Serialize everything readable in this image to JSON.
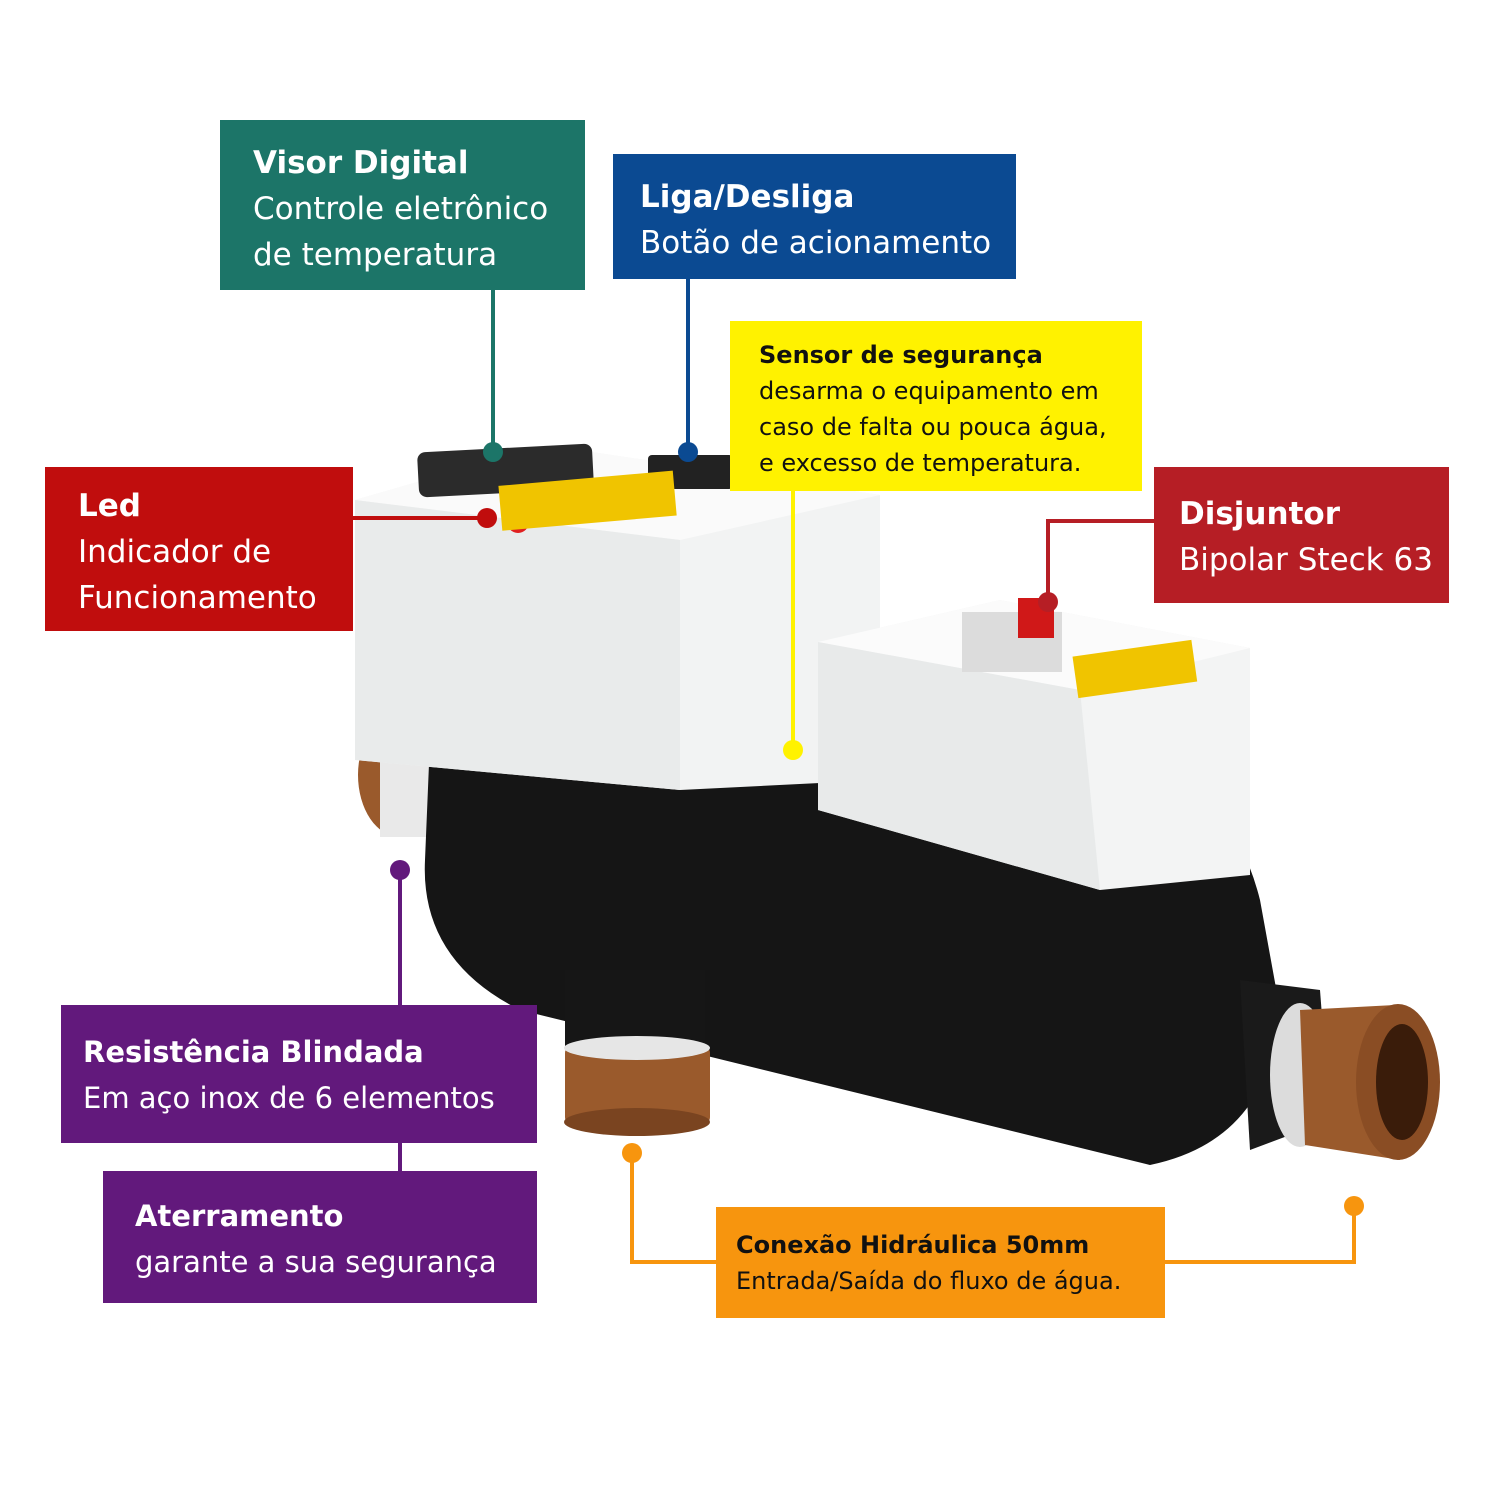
{
  "labels": {
    "visor": {
      "title": "Visor Digital",
      "desc": "Controle eletrônico\nde temperatura"
    },
    "liga": {
      "title": "Liga/Desliga",
      "desc": "Botão de acionamento"
    },
    "sensor": {
      "title": "Sensor de segurança",
      "desc": "desarma o equipamento em\ncaso de falta ou pouca água,\ne excesso de temperatura."
    },
    "led": {
      "title": "Led",
      "desc": "Indicador de\nFuncionamento"
    },
    "disjuntor": {
      "title": "Disjuntor",
      "desc": "Bipolar Steck 63"
    },
    "resistencia": {
      "title": "Resistência Blindada",
      "desc": "Em aço inox de 6 elementos"
    },
    "aterramento": {
      "title": "Aterramento",
      "desc": "garante a sua segurança"
    },
    "conexao": {
      "title": "Conexão Hidráulica 50mm",
      "desc": "Entrada/Saída do fluxo de água."
    }
  },
  "colors": {
    "visor": "#1c7568",
    "liga": "#0b4a92",
    "sensor": "#fff200",
    "led": "#c00d0d",
    "disjuntor": "#b61e25",
    "resistencia": "#62197c",
    "conexao": "#f7950e",
    "body": "#121212",
    "box": "#eef0f0",
    "pipe": "#9a5a2c"
  }
}
